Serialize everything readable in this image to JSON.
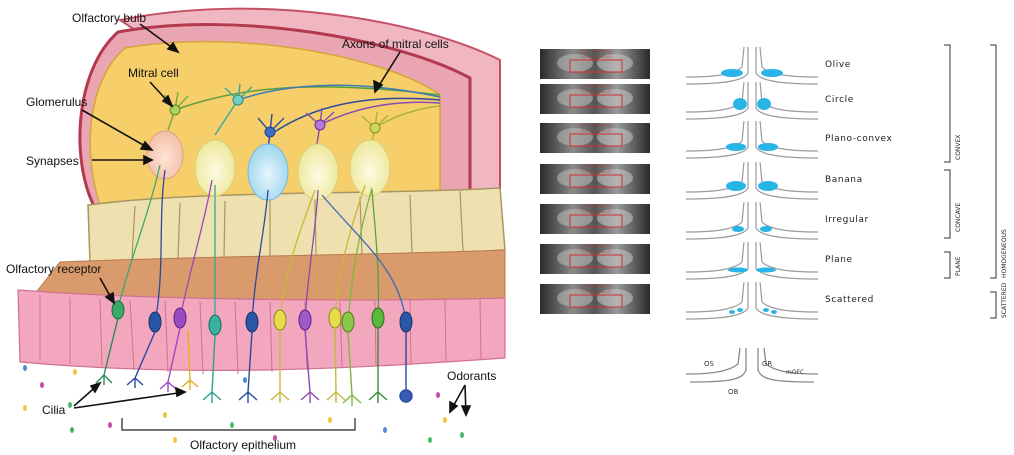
{
  "left_panel": {
    "labels": {
      "olfactory_bulb": "Olfactory bulb",
      "mitral_cell": "Mitral cell",
      "axons": "Axons of mitral cells",
      "glomerulus": "Glomerulus",
      "synapses": "Synapses",
      "olfactory_receptor": "Olfactory receptor",
      "cilia": "Cilia",
      "olfactory_epithelium": "Olfactory epithelium",
      "odorants": "Odorants"
    },
    "colors": {
      "bulb": "#f6cf6b",
      "bulb_outline": "#b33a4e",
      "bone": "#efe0b0",
      "lamina": "#d99a6c",
      "epithelium": "#f2a7bf",
      "glomerulus_blue": "#bfe4f4",
      "glomerulus_yellow": "#f7f3c0"
    }
  },
  "right_panel": {
    "shapes": [
      {
        "label": "Olive"
      },
      {
        "label": "Circle"
      },
      {
        "label": "Plano-convex"
      },
      {
        "label": "Banana"
      },
      {
        "label": "Irregular"
      },
      {
        "label": "Plane"
      },
      {
        "label": "Scattered"
      }
    ],
    "groups": {
      "convex": "CONVEX",
      "concave": "CONCAVE",
      "plane": "PLANE",
      "homogeneous": "HOMOGENEOUS",
      "scattered": "SCATTERED"
    },
    "reference": {
      "os": "OS",
      "gr": "GR",
      "mofc": "mOFC",
      "ob": "OB"
    },
    "colors": {
      "bulb_fill": "#2ab3e6",
      "outline": "#9a9a9a",
      "box": "#d03030"
    }
  }
}
